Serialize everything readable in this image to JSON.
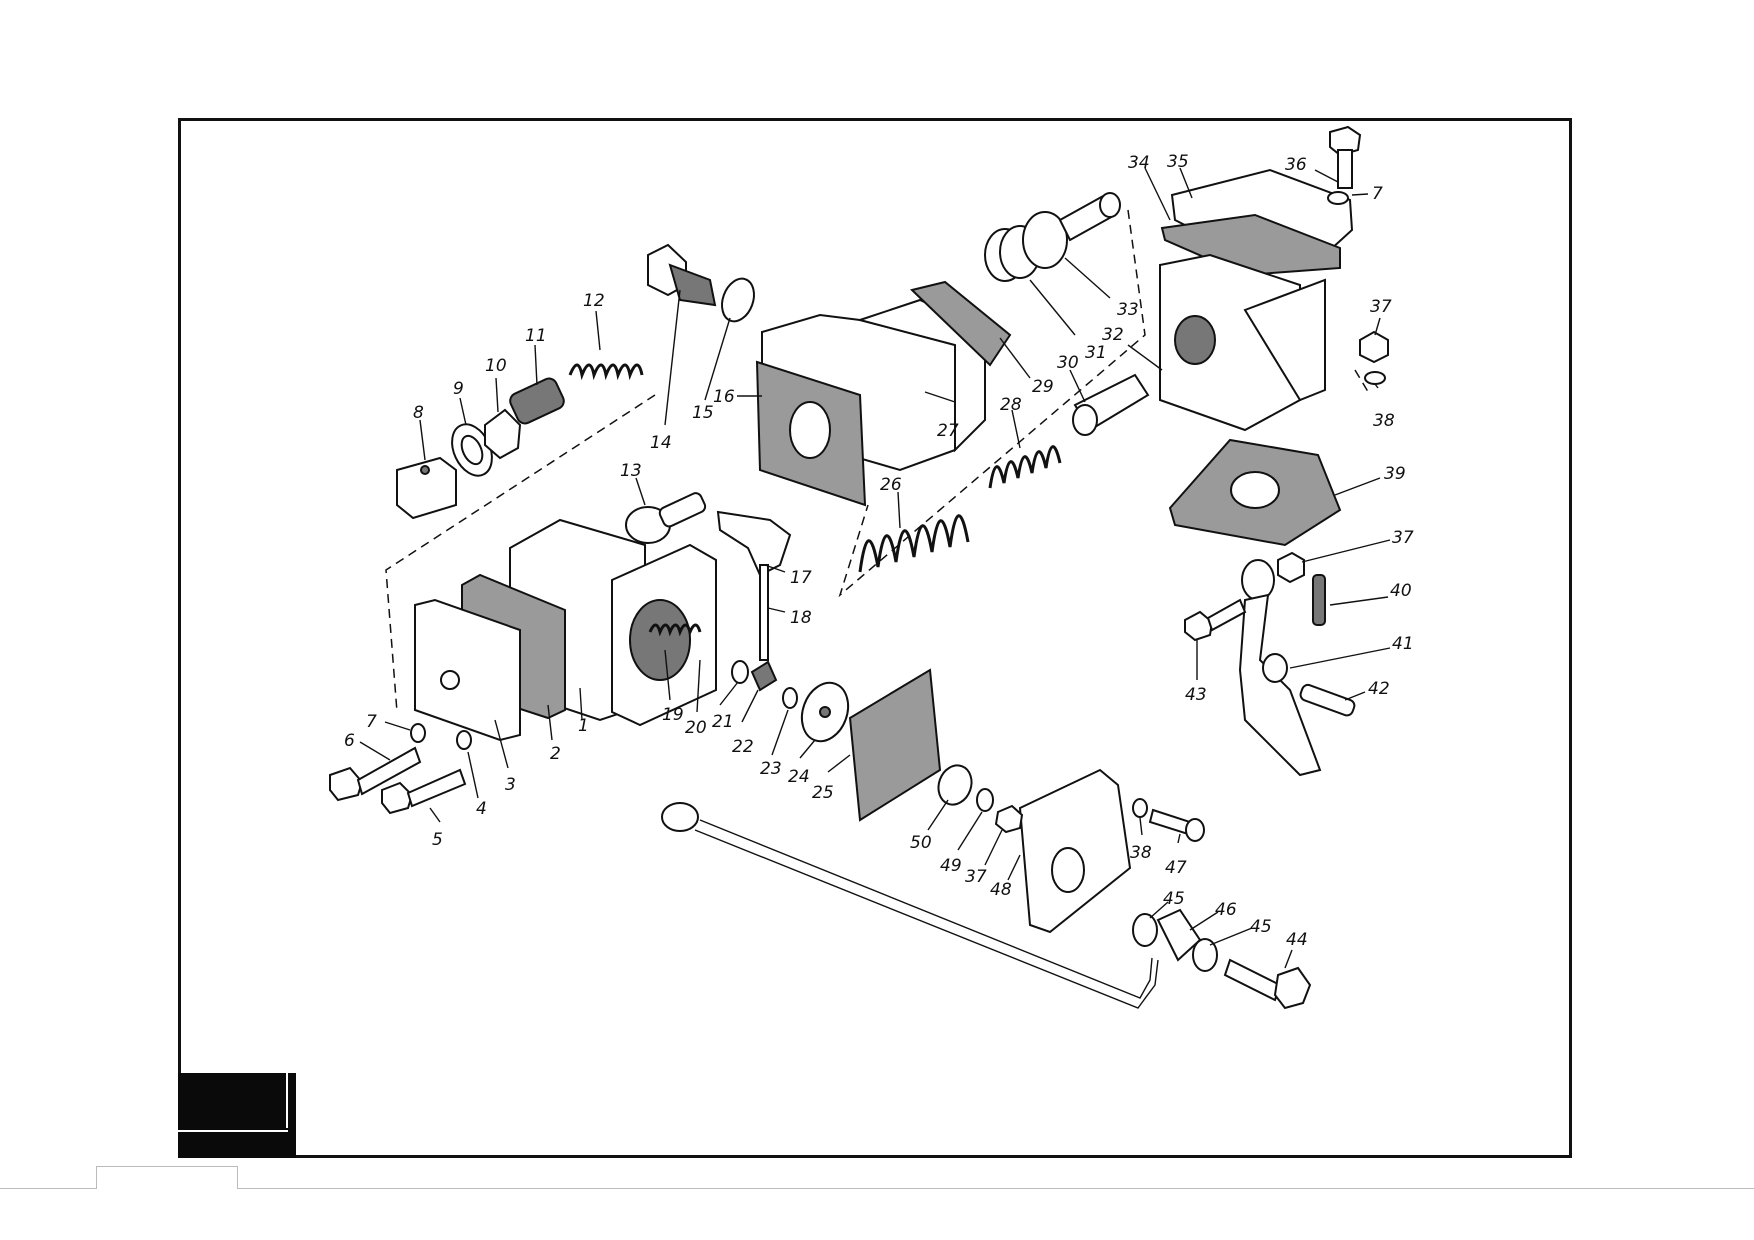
{
  "labels": [
    {
      "id": "1",
      "text": "1"
    },
    {
      "id": "2",
      "text": "2"
    },
    {
      "id": "3",
      "text": "3"
    },
    {
      "id": "4",
      "text": "4"
    },
    {
      "id": "5",
      "text": "5"
    },
    {
      "id": "6",
      "text": "6"
    },
    {
      "id": "7a",
      "text": "7"
    },
    {
      "id": "7b",
      "text": "7"
    },
    {
      "id": "8",
      "text": "8"
    },
    {
      "id": "9",
      "text": "9"
    },
    {
      "id": "10",
      "text": "10"
    },
    {
      "id": "11",
      "text": "11"
    },
    {
      "id": "12",
      "text": "12"
    },
    {
      "id": "13",
      "text": "13"
    },
    {
      "id": "14",
      "text": "14"
    },
    {
      "id": "15",
      "text": "15"
    },
    {
      "id": "16",
      "text": "16"
    },
    {
      "id": "17",
      "text": "17"
    },
    {
      "id": "18",
      "text": "18"
    },
    {
      "id": "19",
      "text": "19"
    },
    {
      "id": "20",
      "text": "20"
    },
    {
      "id": "21",
      "text": "21"
    },
    {
      "id": "22",
      "text": "22"
    },
    {
      "id": "23",
      "text": "23"
    },
    {
      "id": "24",
      "text": "24"
    },
    {
      "id": "25",
      "text": "25"
    },
    {
      "id": "26",
      "text": "26"
    },
    {
      "id": "27",
      "text": "27"
    },
    {
      "id": "28",
      "text": "28"
    },
    {
      "id": "29",
      "text": "29"
    },
    {
      "id": "30",
      "text": "30"
    },
    {
      "id": "31",
      "text": "31"
    },
    {
      "id": "32",
      "text": "32"
    },
    {
      "id": "33",
      "text": "33"
    },
    {
      "id": "34",
      "text": "34"
    },
    {
      "id": "35",
      "text": "35"
    },
    {
      "id": "36",
      "text": "36"
    },
    {
      "id": "37a",
      "text": "37"
    },
    {
      "id": "37b",
      "text": "37"
    },
    {
      "id": "37c",
      "text": "37"
    },
    {
      "id": "38a",
      "text": "38"
    },
    {
      "id": "38b",
      "text": "38"
    },
    {
      "id": "39",
      "text": "39"
    },
    {
      "id": "40",
      "text": "40"
    },
    {
      "id": "41",
      "text": "41"
    },
    {
      "id": "42",
      "text": "42"
    },
    {
      "id": "43",
      "text": "43"
    },
    {
      "id": "44",
      "text": "44"
    },
    {
      "id": "45a",
      "text": "45"
    },
    {
      "id": "45b",
      "text": "45"
    },
    {
      "id": "46",
      "text": "46"
    },
    {
      "id": "47",
      "text": "47"
    },
    {
      "id": "48",
      "text": "48"
    },
    {
      "id": "49",
      "text": "49"
    },
    {
      "id": "50",
      "text": "50"
    }
  ]
}
